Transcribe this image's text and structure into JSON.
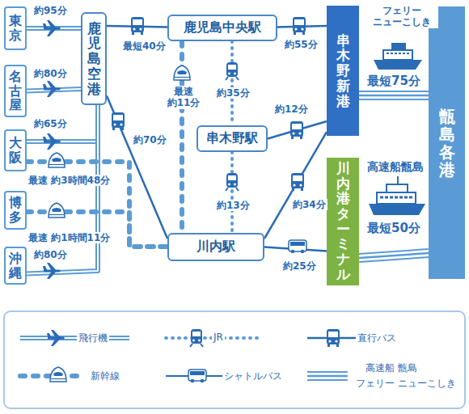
{
  "diagram": {
    "nodes": [
      {
        "text": [
          "東京"
        ]
      },
      {
        "text": [
          "名古屋"
        ]
      },
      {
        "text": [
          "大阪"
        ]
      },
      {
        "text": [
          "博多"
        ]
      },
      {
        "text": [
          "沖縄"
        ]
      },
      {
        "text": [
          "鹿児島空港"
        ]
      },
      {
        "text": [
          "鹿児島中央駅"
        ]
      },
      {
        "text": [
          "串木野駅"
        ]
      },
      {
        "text": [
          "川内駅"
        ]
      },
      {
        "text": [
          "串木野新港"
        ]
      },
      {
        "text": [
          "川内港ターミナル"
        ]
      },
      {
        "text": [
          "甑島各港"
        ]
      }
    ],
    "edges": [
      {
        "from": 0,
        "to": 5,
        "arrow": "none",
        "label": "約95分"
      },
      {
        "from": 1,
        "to": 5,
        "arrow": "none",
        "label": "約80分"
      },
      {
        "from": 2,
        "to": 5,
        "arrow": "none",
        "label": "約65分"
      },
      {
        "from": 4,
        "to": 5,
        "arrow": "none",
        "label": "約80分"
      },
      {
        "from": 2,
        "to": 8,
        "arrow": "none",
        "label": "最速 約3時間48分"
      },
      {
        "from": 3,
        "to": 8,
        "arrow": "none",
        "label": "最速 約1時間11分"
      },
      {
        "from": 5,
        "to": 6,
        "arrow": "none",
        "label": "最短40分"
      },
      {
        "from": 5,
        "to": 8,
        "arrow": "none",
        "label": "約70分"
      },
      {
        "from": 6,
        "to": 9,
        "arrow": "none",
        "label": "約55分"
      },
      {
        "from": 6,
        "to": 8,
        "arrow": "none",
        "label": "最速 約11分"
      },
      {
        "from": 6,
        "to": 7,
        "arrow": "none",
        "label": "約35分"
      },
      {
        "from": 7,
        "to": 9,
        "arrow": "none",
        "label": "約12分"
      },
      {
        "from": 7,
        "to": 8,
        "arrow": "none",
        "label": "約13分"
      },
      {
        "from": 8,
        "to": 9,
        "arrow": "none",
        "label": "約34分"
      },
      {
        "from": 8,
        "to": 10,
        "arrow": "none",
        "label": "約25分"
      },
      {
        "from": 9,
        "to": 11,
        "arrow": "none",
        "label": "最短75分"
      },
      {
        "from": 10,
        "to": 11,
        "arrow": "none",
        "label": "最短50分"
      }
    ],
    "labels": [
      "フェリー ニューこしき",
      "高速船甑島"
    ],
    "legend": [
      {
        "text": "飛行機"
      },
      {
        "text": "JR"
      },
      {
        "text": "直行バス"
      },
      {
        "text": "新幹線"
      },
      {
        "text": "シャトルバス"
      },
      {
        "text": "高速船 甑島"
      },
      {
        "text": "フェリー ニューこしき"
      }
    ]
  }
}
